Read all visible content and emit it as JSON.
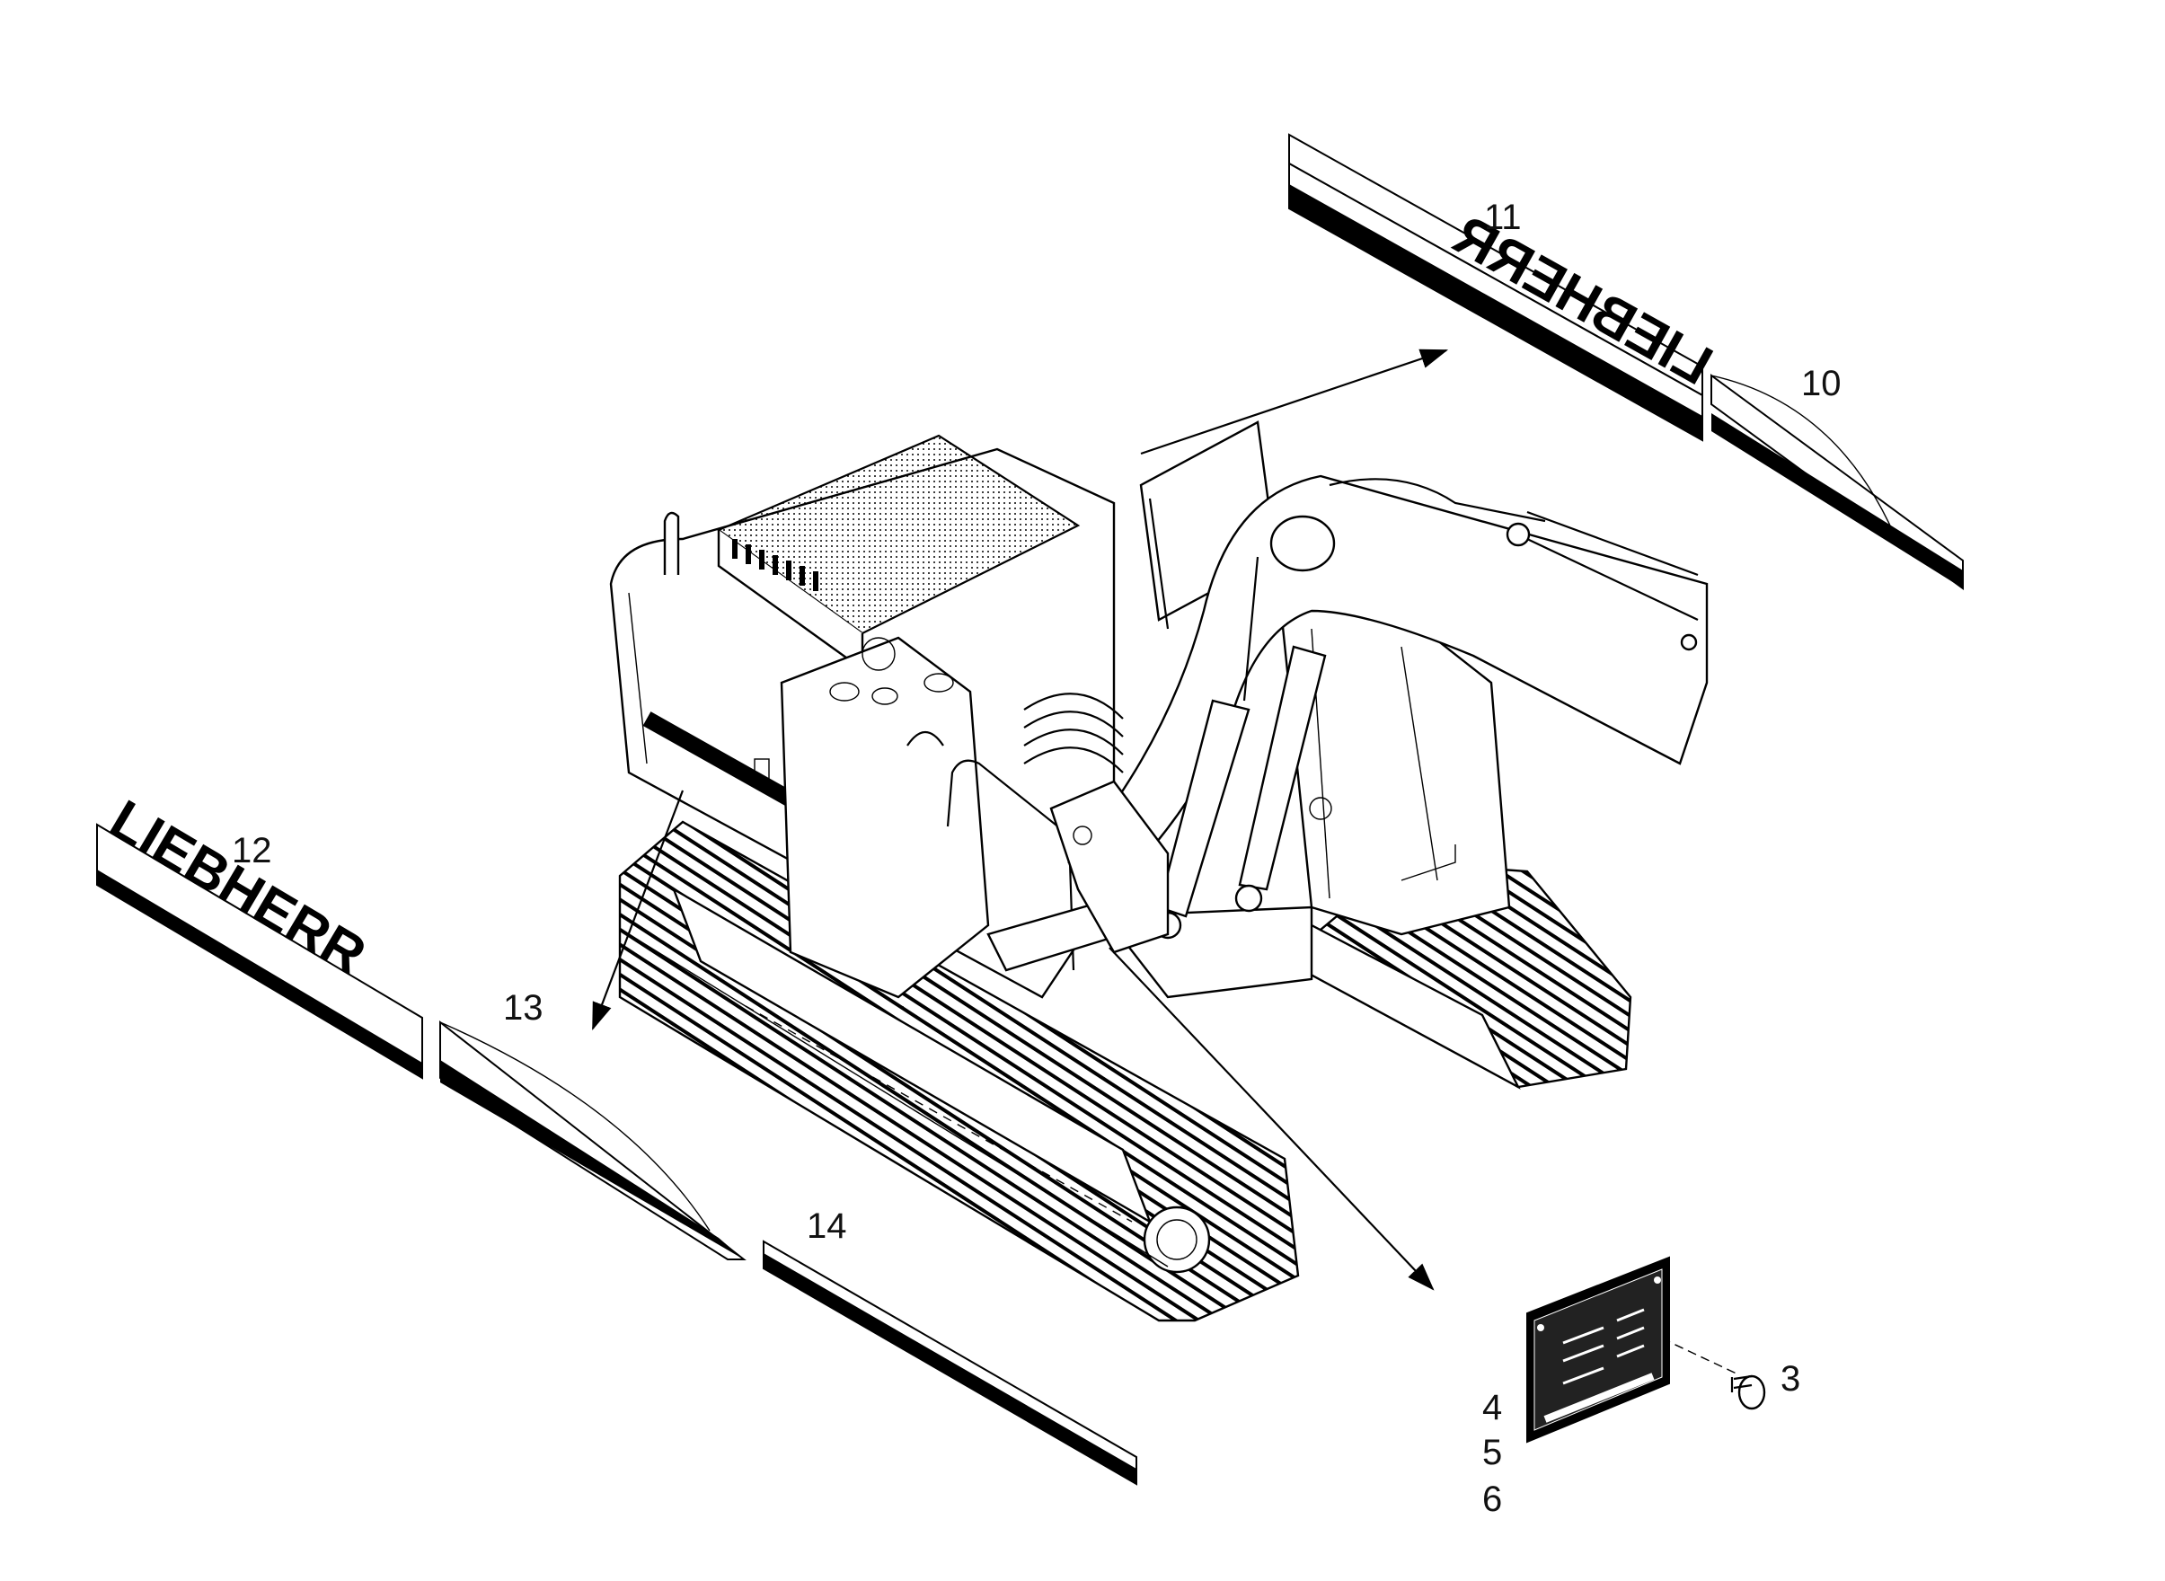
{
  "callouts": {
    "c3": "3",
    "c4": "4",
    "c5": "5",
    "c6": "6",
    "c10": "10",
    "c11": "11",
    "c12": "12",
    "c13": "13",
    "c14": "14"
  },
  "decal_lettering": {
    "brand": "LIEBHERR"
  },
  "colors": {
    "ink": "#000000",
    "paper": "#ffffff"
  }
}
